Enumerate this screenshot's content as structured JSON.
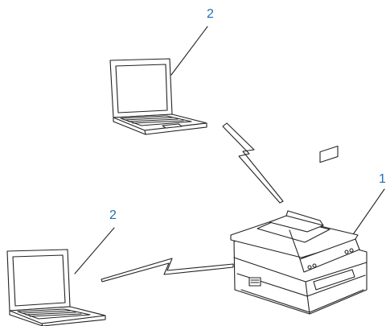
{
  "callouts": {
    "top_laptop": "2",
    "bottom_laptop": "2",
    "printer": "1"
  },
  "colors": {
    "callout_text": "#1f6fb6",
    "line_art": "#222222"
  },
  "icons": {
    "laptop": "laptop-icon",
    "printer": "multifunction-printer-icon",
    "wireless_link": "lightning-bolt-icon"
  }
}
